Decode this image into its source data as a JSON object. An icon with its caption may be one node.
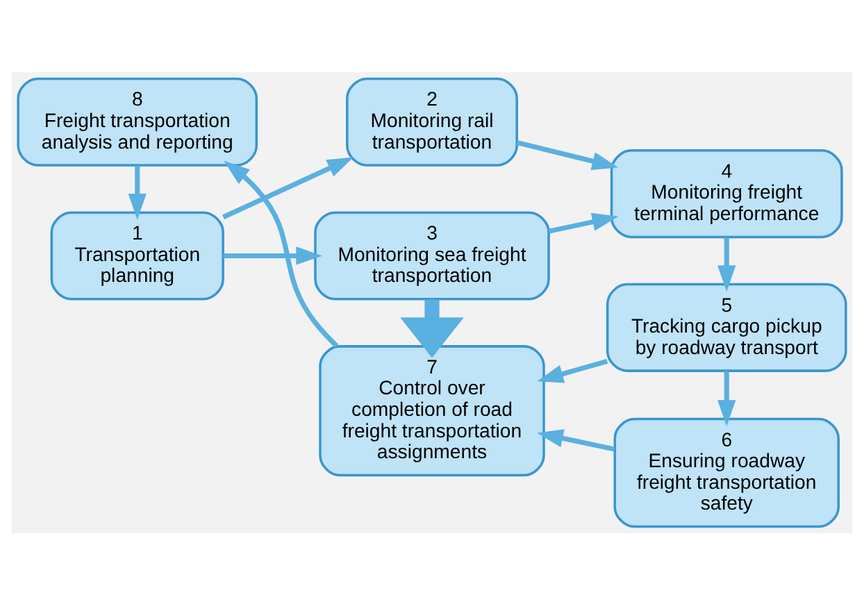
{
  "diagram": {
    "nodes": [
      {
        "text": [
          "1",
          "Transportation planning"
        ]
      },
      {
        "text": [
          "2",
          "Monitoring rail transportation"
        ]
      },
      {
        "text": [
          "3",
          "Monitoring sea freight transportation"
        ]
      },
      {
        "text": [
          "4",
          "Monitoring freight terminal performance"
        ]
      },
      {
        "text": [
          "5",
          "Tracking cargo pickup by roadway transport"
        ]
      },
      {
        "text": [
          "6",
          "Ensuring roadway freight transportation safety"
        ]
      },
      {
        "text": [
          "7",
          "Control over completion of road freight transportation assignments"
        ]
      },
      {
        "text": [
          "8",
          "Freight transportation analysis and reporting"
        ]
      }
    ],
    "edges": [
      {
        "from": 0,
        "to": 1,
        "arrow": "to"
      },
      {
        "from": 0,
        "to": 2,
        "arrow": "to"
      },
      {
        "from": 1,
        "to": 3,
        "arrow": "to"
      },
      {
        "from": 2,
        "to": 3,
        "arrow": "to"
      },
      {
        "from": 3,
        "to": 4,
        "arrow": "to"
      },
      {
        "from": 4,
        "to": 5,
        "arrow": "to"
      },
      {
        "from": 4,
        "to": 6,
        "arrow": "to"
      },
      {
        "from": 5,
        "to": 6,
        "arrow": "to"
      },
      {
        "from": 2,
        "to": 6,
        "arrow": "to",
        "style": "thick"
      },
      {
        "from": 6,
        "to": 7,
        "arrow": "to"
      },
      {
        "from": 7,
        "to": 0,
        "arrow": "to"
      }
    ]
  }
}
